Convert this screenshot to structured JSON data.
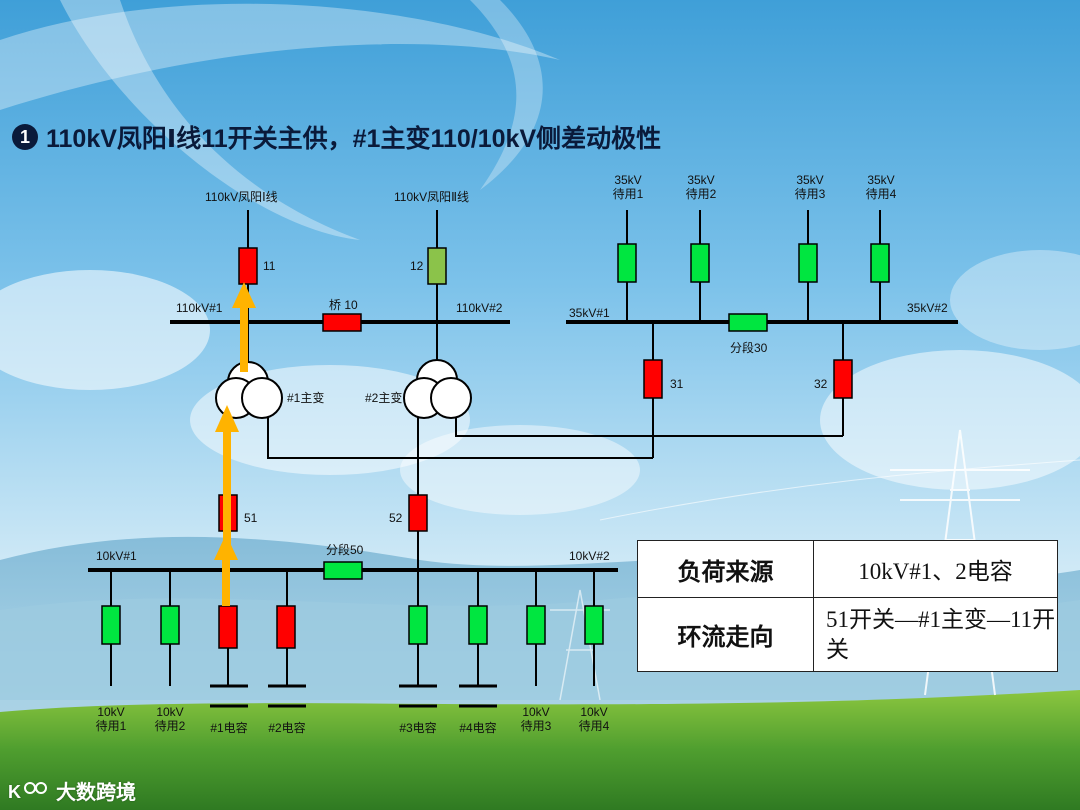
{
  "title": {
    "bullet": "1",
    "text": "110kV凤阳Ⅰ线11开关主供，#1主变110/10kV侧差动极性"
  },
  "lines": {
    "line1": "110kV凤阳Ⅰ线",
    "line2": "110kV凤阳Ⅱ线"
  },
  "switches": {
    "s11": "11",
    "s12": "12",
    "bridge": "桥 10",
    "s31": "31",
    "s32": "32",
    "seg30": "分段30",
    "s51": "51",
    "s52": "52",
    "seg50": "分段50"
  },
  "buses": {
    "b110_1": "110kV#1",
    "b110_2": "110kV#2",
    "b35_1": "35kV#1",
    "b35_2": "35kV#2",
    "b10_1": "10kV#1",
    "b10_2": "10kV#2"
  },
  "transformers": {
    "t1": "#1主变",
    "t2": "#2主变"
  },
  "feeders35": [
    {
      "line1": "35kV",
      "line2": "待用1"
    },
    {
      "line1": "35kV",
      "line2": "待用2"
    },
    {
      "line1": "35kV",
      "line2": "待用3"
    },
    {
      "line1": "35kV",
      "line2": "待用4"
    }
  ],
  "feeders10": {
    "f1": {
      "line1": "10kV",
      "line2": "待用1"
    },
    "f2": {
      "line1": "10kV",
      "line2": "待用2"
    },
    "c1": "#1电容",
    "c2": "#2电容",
    "c3": "#3电容",
    "c4": "#4电容",
    "f3": {
      "line1": "10kV",
      "line2": "待用3"
    },
    "f4": {
      "line1": "10kV",
      "line2": "待用4"
    }
  },
  "info": {
    "load_source_key": "负荷来源",
    "load_source_value": "10kV#1、2电容",
    "circulation_key": "环流走向",
    "circulation_value": "51开关—#1主变—11开关"
  },
  "logo": {
    "text": "大数跨境"
  },
  "colors": {
    "closed_switch": "#ff0000",
    "open_switch": "#00e640",
    "line12_switch": "#8bc34a",
    "flow_arrow": "#ffb300",
    "sky_top": "#4aa7dc",
    "grass": "#3f8f2a"
  }
}
